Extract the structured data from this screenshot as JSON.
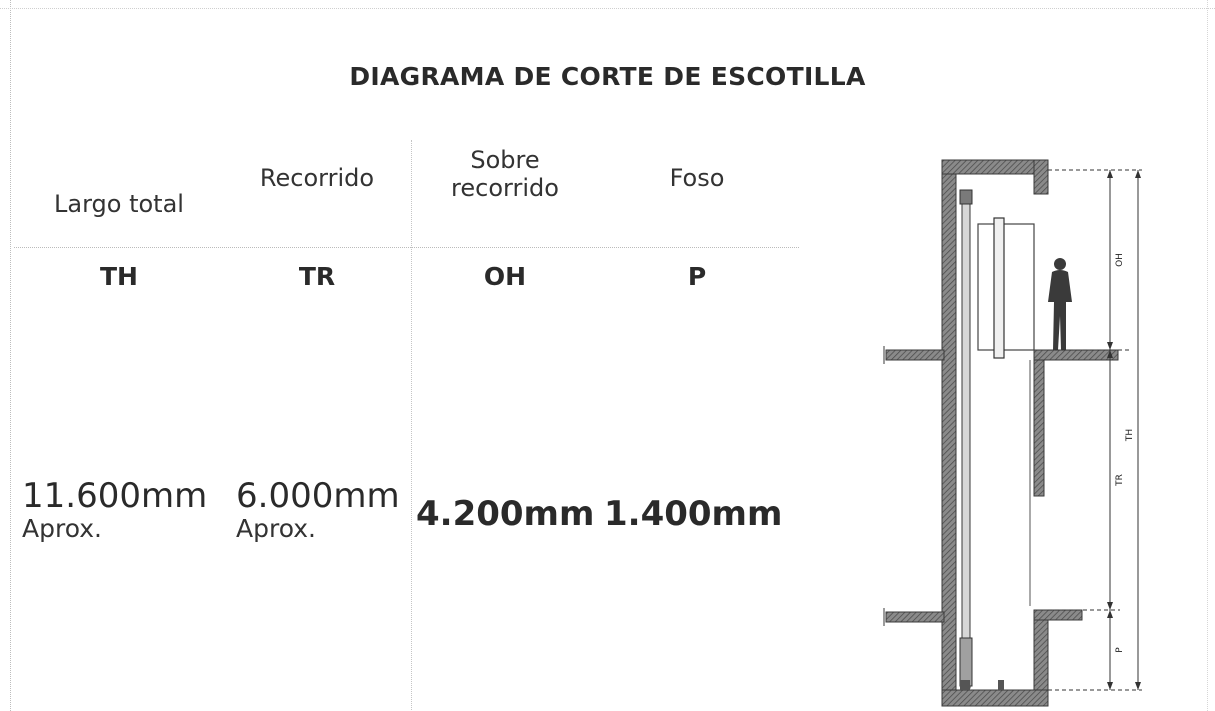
{
  "title": "DIAGRAMA DE CORTE DE ESCOTILLA",
  "columns": [
    {
      "header": "Largo total",
      "code": "TH",
      "value": "11.600mm",
      "note": "Aprox."
    },
    {
      "header": "Recorrido",
      "code": "TR",
      "value": "6.000mm",
      "note": "Aprox."
    },
    {
      "header_line1": "Sobre",
      "header_line2": "recorrido",
      "code": "OH",
      "value": "4.200mm"
    },
    {
      "header": "Foso",
      "code": "P",
      "value": "1.400mm"
    }
  ],
  "diagram_labels": {
    "oh": "OH",
    "th": "TH",
    "tr": "TR",
    "p": "P"
  },
  "colors": {
    "structure": "#5a5a5a",
    "text": "#2a2a2a"
  }
}
